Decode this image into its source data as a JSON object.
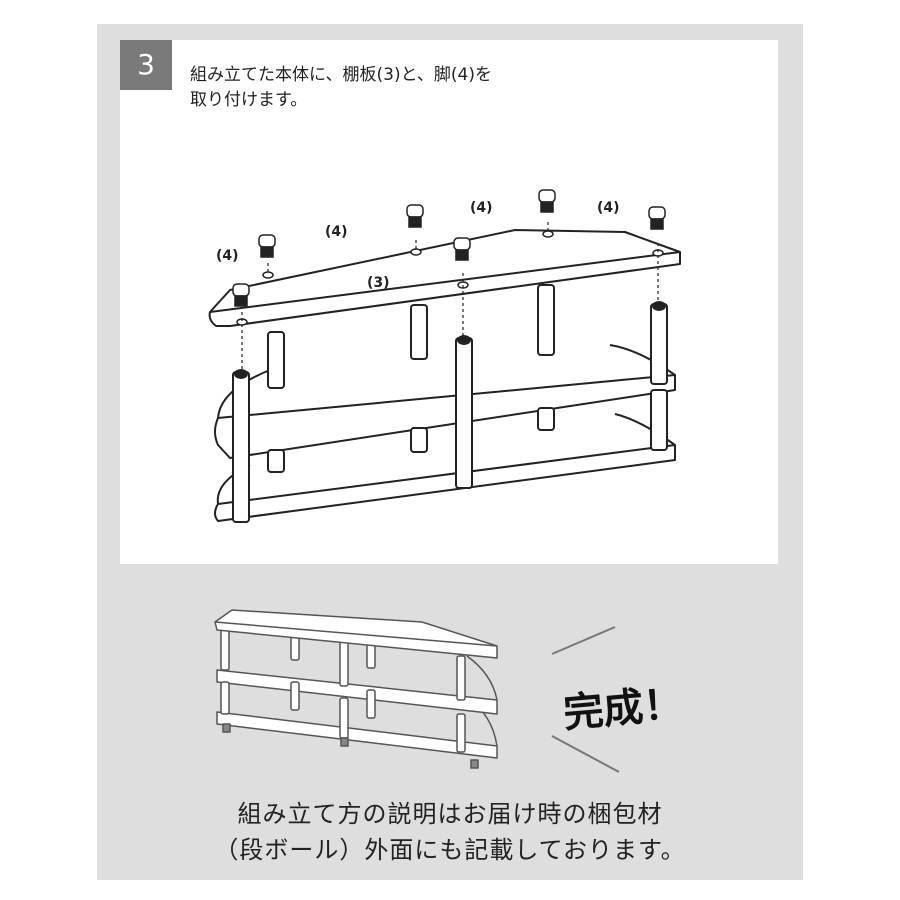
{
  "step": {
    "number": "3",
    "instruction_line1": "組み立てた本体に、棚板(3)と、脚(4)を",
    "instruction_line2": "取り付けます。"
  },
  "diagram": {
    "labels": {
      "leg_a": "(4)",
      "leg_b": "(4)",
      "leg_c": "(4)",
      "leg_d": "(4)",
      "shelf": "(3)"
    }
  },
  "completion": {
    "text": "完成！"
  },
  "note": {
    "line1": "組み立て方の説明はお届け時の梱包材",
    "line2": "（段ボール）外面にも記載しております。"
  }
}
